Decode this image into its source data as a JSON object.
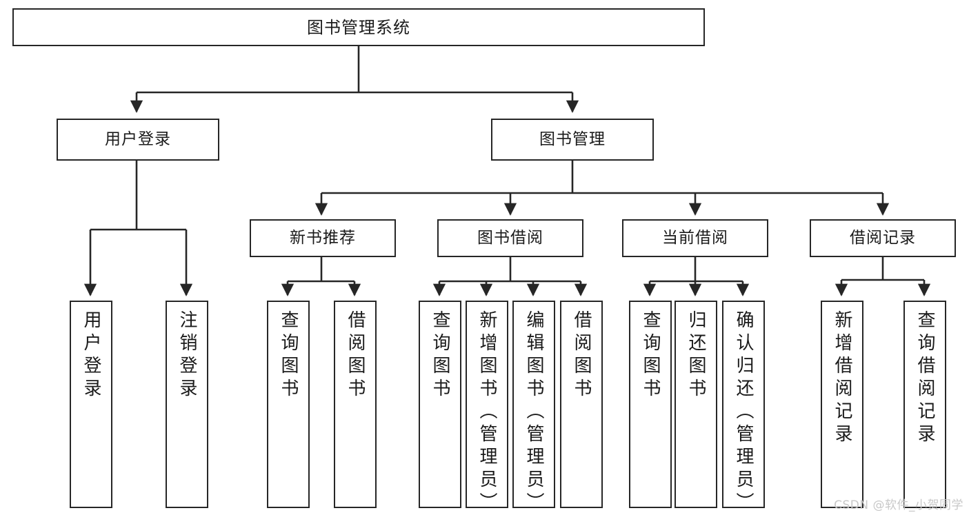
{
  "diagram": {
    "title": "图书管理系统",
    "type": "hierarchy-tree",
    "watermark": "CSDN @软件_小贺同学",
    "colors": {
      "background": "#ffffff",
      "box_border": "#262626",
      "text": "#1a1a1a",
      "connector": "#262626",
      "watermark": "#c8c8c8"
    },
    "nodes": {
      "root": {
        "label": "图书管理系统"
      },
      "level2": [
        {
          "id": "user-login",
          "label": "用户登录"
        },
        {
          "id": "book-manage",
          "label": "图书管理"
        }
      ],
      "level3": [
        {
          "id": "new-book-rec",
          "label": "新书推荐"
        },
        {
          "id": "book-borrow",
          "label": "图书借阅"
        },
        {
          "id": "current-borrow",
          "label": "当前借阅"
        },
        {
          "id": "borrow-record",
          "label": "借阅记录"
        }
      ],
      "leaves": [
        {
          "id": "leaf-user-login",
          "label": "用户登录",
          "parent": "user-login"
        },
        {
          "id": "leaf-logout",
          "label": "注销登录",
          "parent": "user-login"
        },
        {
          "id": "leaf-query-book-1",
          "label": "查询图书",
          "parent": "new-book-rec"
        },
        {
          "id": "leaf-borrow-book-1",
          "label": "借阅图书",
          "parent": "new-book-rec"
        },
        {
          "id": "leaf-query-book-2",
          "label": "查询图书",
          "parent": "book-borrow"
        },
        {
          "id": "leaf-add-book",
          "label": "新增图书（管理员）",
          "parent": "book-borrow"
        },
        {
          "id": "leaf-edit-book",
          "label": "编辑图书（管理员）",
          "parent": "book-borrow"
        },
        {
          "id": "leaf-borrow-book-2",
          "label": "借阅图书",
          "parent": "book-borrow"
        },
        {
          "id": "leaf-query-book-3",
          "label": "查询图书",
          "parent": "current-borrow"
        },
        {
          "id": "leaf-return-book",
          "label": "归还图书",
          "parent": "current-borrow"
        },
        {
          "id": "leaf-confirm-return",
          "label": "确认归还（管理员）",
          "parent": "current-borrow"
        },
        {
          "id": "leaf-add-record",
          "label": "新增借阅记录",
          "parent": "borrow-record"
        },
        {
          "id": "leaf-query-record",
          "label": "查询借阅记录",
          "parent": "borrow-record"
        }
      ]
    }
  }
}
